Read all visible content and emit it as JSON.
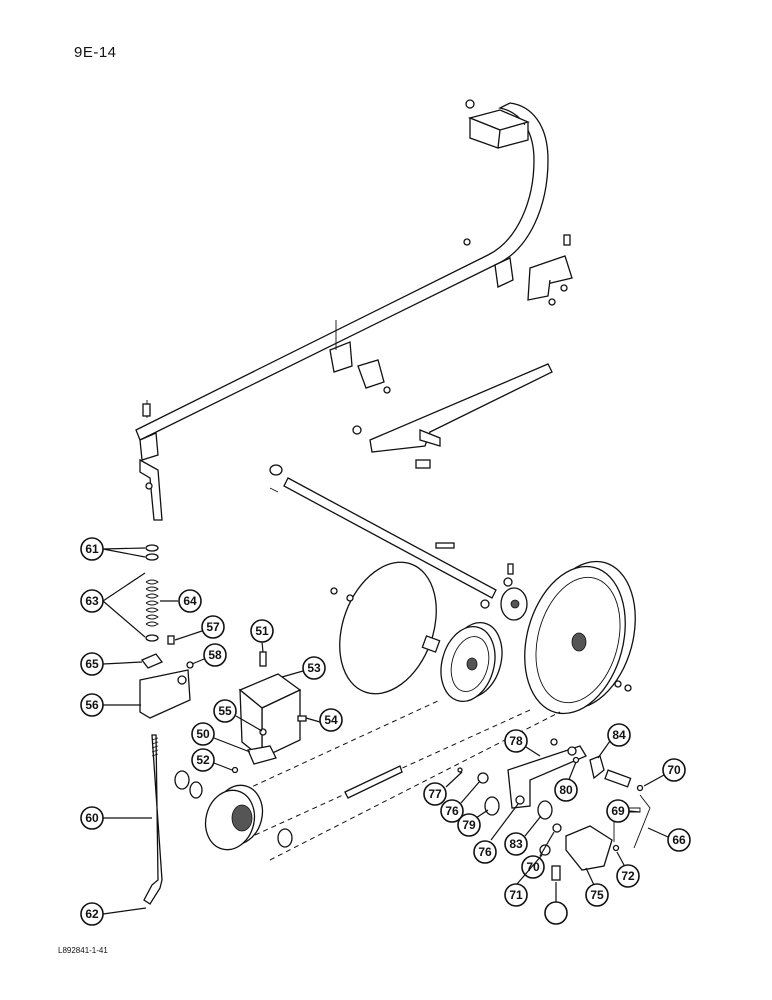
{
  "page_code": "9E-14",
  "doc_code": "L892841-1-41",
  "callouts": [
    "61",
    "63",
    "64",
    "57",
    "65",
    "58",
    "51",
    "53",
    "56",
    "55",
    "54",
    "50",
    "52",
    "60",
    "62",
    "78",
    "84",
    "70",
    "77",
    "76",
    "80",
    "69",
    "79",
    "66",
    "83",
    "76",
    "70",
    "72",
    "71",
    "75"
  ]
}
